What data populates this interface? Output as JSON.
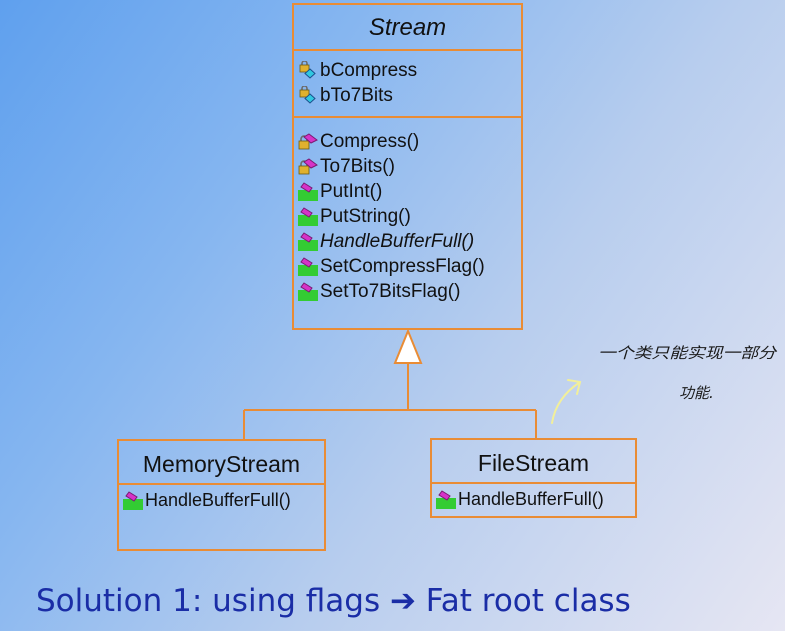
{
  "stream_class": {
    "name": "Stream",
    "attributes": [
      {
        "label": "bCompress",
        "icon": "protected-attribute-icon"
      },
      {
        "label": "bTo7Bits",
        "icon": "protected-attribute-icon"
      }
    ],
    "operations": [
      {
        "label": "Compress()",
        "icon": "protected-operation-icon"
      },
      {
        "label": "To7Bits()",
        "icon": "protected-operation-icon"
      },
      {
        "label": "PutInt()",
        "icon": "public-operation-icon"
      },
      {
        "label": "PutString()",
        "icon": "public-operation-icon"
      },
      {
        "label": "HandleBufferFull()",
        "icon": "public-operation-icon"
      },
      {
        "label": "SetCompressFlag()",
        "icon": "public-operation-icon"
      },
      {
        "label": "SetTo7BitsFlag()",
        "icon": "public-operation-icon"
      }
    ]
  },
  "memory_stream_class": {
    "name": "MemoryStream",
    "operations": [
      {
        "label": "HandleBufferFull()",
        "icon": "public-operation-icon"
      }
    ]
  },
  "file_stream_class": {
    "name": "FileStream",
    "operations": [
      {
        "label": "HandleBufferFull()",
        "icon": "public-operation-icon"
      }
    ]
  },
  "annotation": {
    "text_line1": "一个类只能实现一部分",
    "text_line2": "功能."
  },
  "caption": {
    "text": "Solution 1: using flags ➔ Fat root class"
  },
  "colors": {
    "border": "#e98c35",
    "caption": "#1a2da6",
    "icon_green": "#33cc33",
    "icon_magenta": "#d633c8",
    "annotation_arrow": "#f2ef9a"
  }
}
